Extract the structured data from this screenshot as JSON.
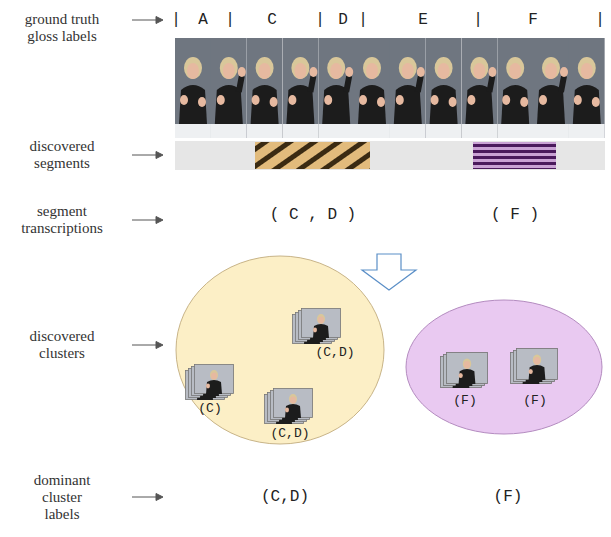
{
  "diagram": {
    "nodes": [
      {
        "text": [
          "(C,D)",
          "(C)",
          "(C,D)"
        ]
      },
      {
        "text": [
          "(F)",
          "(F)"
        ]
      }
    ],
    "labels": [
      "ground truth gloss labels",
      "|",
      "A",
      "|",
      "C",
      "|",
      "D",
      "|",
      "E",
      "|",
      "F",
      "|",
      "discovered segments",
      "segment transcriptions",
      "( C , D )",
      "( F )",
      "discovered clusters",
      "dominant cluster labels",
      "(C,D)",
      "(F)"
    ]
  }
}
